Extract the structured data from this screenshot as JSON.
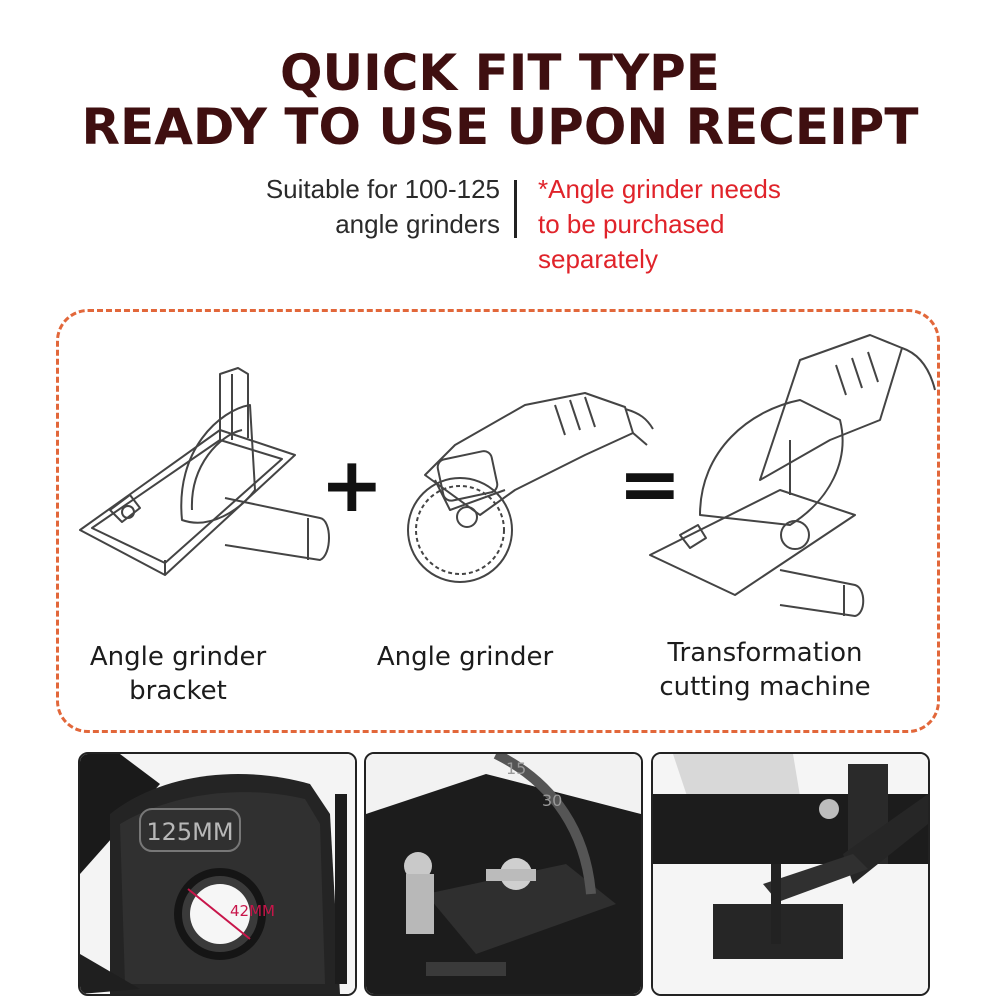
{
  "header": {
    "line1": "QUICK FIT TYPE",
    "line2": "READY TO USE UPON RECEIPT"
  },
  "subtitle": {
    "left_line1": "Suitable for 100-125",
    "left_line2": "angle grinders",
    "right_line1": "*Angle grinder needs",
    "right_line2": "to be purchased",
    "right_line3": "separately"
  },
  "equation": {
    "plus": "+",
    "equals": "=",
    "items": [
      {
        "line1": "Angle grinder",
        "line2": "bracket"
      },
      {
        "line1": "Angle grinder",
        "line2": ""
      },
      {
        "line1": "Transformation",
        "line2": "cutting machine"
      }
    ]
  },
  "photos": {
    "guard_label": "125MM",
    "bore_label": "42MM",
    "scale_15": "15",
    "scale_30": "30"
  },
  "colors": {
    "title": "#3f0f10",
    "accent_red": "#e0232a",
    "dashed_border": "#e2673a"
  }
}
